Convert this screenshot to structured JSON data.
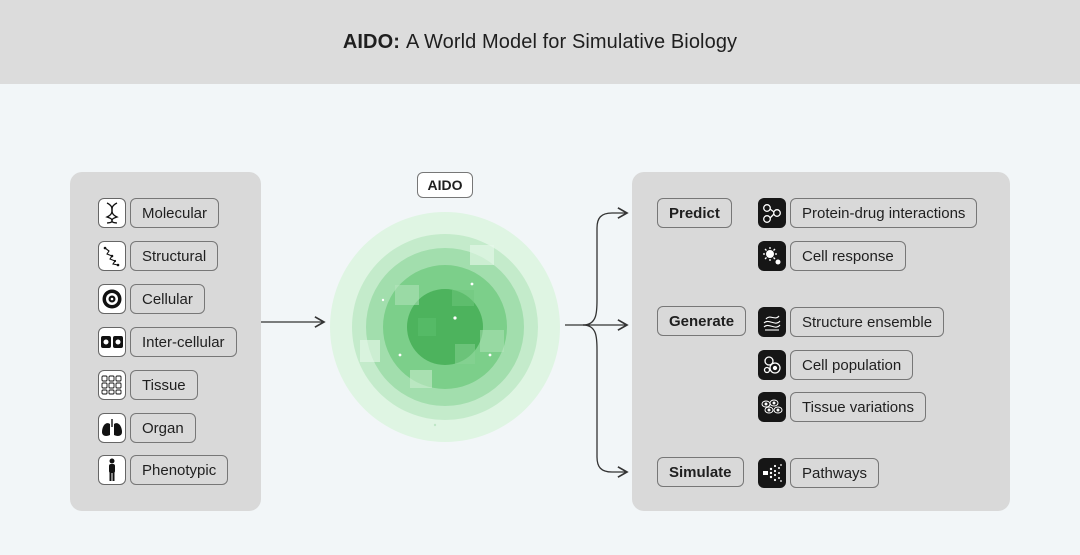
{
  "header": {
    "title_bold": "AIDO:",
    "title_rest": "A World Model for Simulative Biology"
  },
  "center": {
    "label": "AIDO"
  },
  "inputs": [
    {
      "label": "Molecular",
      "icon": "dna-icon"
    },
    {
      "label": "Structural",
      "icon": "protein-structure-icon"
    },
    {
      "label": "Cellular",
      "icon": "cell-icon"
    },
    {
      "label": "Inter-cellular",
      "icon": "cell-pair-icon"
    },
    {
      "label": "Tissue",
      "icon": "tissue-grid-icon"
    },
    {
      "label": "Organ",
      "icon": "lungs-icon"
    },
    {
      "label": "Phenotypic",
      "icon": "human-figure-icon"
    }
  ],
  "groups": [
    {
      "action": "Predict",
      "outputs": [
        {
          "label": "Protein-drug interactions",
          "icon": "network-nodes-icon"
        },
        {
          "label": "Cell response",
          "icon": "virus-gear-icon"
        }
      ]
    },
    {
      "action": "Generate",
      "outputs": [
        {
          "label": "Structure ensemble",
          "icon": "ribbon-structure-icon"
        },
        {
          "label": "Cell population",
          "icon": "cell-cluster-icon"
        },
        {
          "label": "Tissue variations",
          "icon": "tissue-layers-icon"
        }
      ]
    },
    {
      "action": "Simulate",
      "outputs": [
        {
          "label": "Pathways",
          "icon": "particle-spread-icon"
        }
      ]
    }
  ],
  "colors": {
    "ring_outer": "#dff5e3",
    "ring_2": "#c4ebcb",
    "ring_3": "#a2dead",
    "ring_4": "#7ccf8a",
    "core": "#4db35d"
  }
}
